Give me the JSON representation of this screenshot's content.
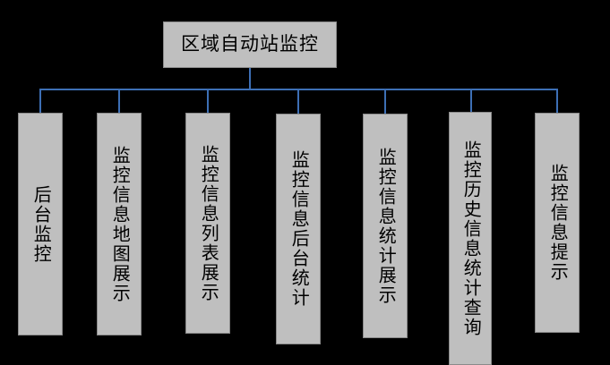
{
  "diagram": {
    "type": "tree",
    "title": "区域自动站监控",
    "background_color": "#000000",
    "node_fill_color": "#bfbfbf",
    "node_border_color": "#8a8a8a",
    "connector_color": "#3d6fb5",
    "root": {
      "label": "区域自动站监控"
    },
    "children": [
      {
        "label": "后台监控"
      },
      {
        "label": "监控信息地图展示"
      },
      {
        "label": "监控信息列表展示"
      },
      {
        "label": "监控信息后台统计"
      },
      {
        "label": "监控信息统计展示"
      },
      {
        "label": "监控历史信息统计查询"
      },
      {
        "label": "监控信息提示"
      }
    ]
  }
}
